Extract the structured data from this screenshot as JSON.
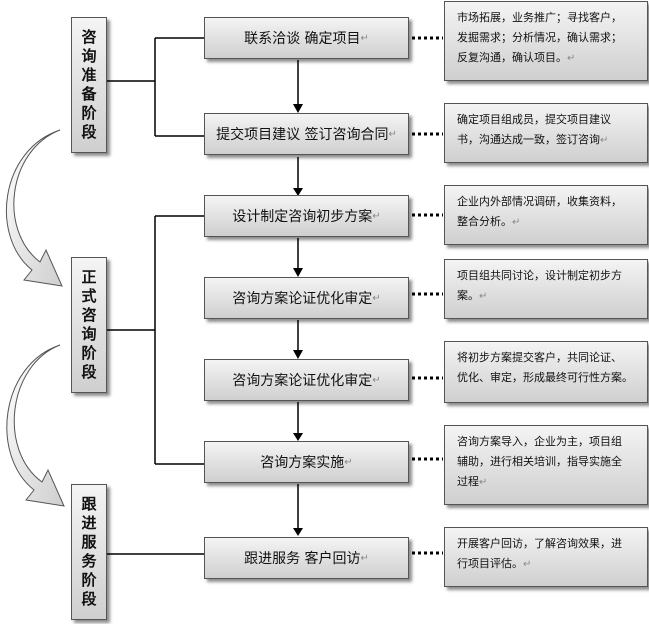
{
  "phases": [
    {
      "title": "咨询准备阶段",
      "chars": [
        "咨",
        "询",
        "准",
        "备",
        "阶",
        "段"
      ]
    },
    {
      "title": "正式咨询阶段",
      "chars": [
        "正",
        "式",
        "咨",
        "询",
        "阶",
        "段"
      ]
    },
    {
      "title": "跟进服务阶段",
      "chars": [
        "跟",
        "进",
        "服",
        "务",
        "阶",
        "段"
      ]
    }
  ],
  "steps": [
    "联系洽谈  确定项目",
    "提交项目建议  签订咨询合同",
    "设计制定咨询初步方案",
    "咨询方案论证优化审定",
    "咨询方案论证优化审定",
    "咨询方案实施",
    "跟进服务    客户回访"
  ],
  "notes": [
    [
      "市场拓展，业务推广；寻找客户，",
      "发掘需求；分析情况，确认需求；",
      "反复沟通，确认项目。"
    ],
    [
      "确定项目组成员，提交项目建议",
      "书，沟通达成一致，签订咨询"
    ],
    [
      "企业内外部情况调研，收集资料，",
      "整合分析。"
    ],
    [
      "项目组共同讨论，设计制定初步方",
      "案。"
    ],
    [
      "将初步方案提交客户，共同论证、",
      "优化、审定，形成最终可行性方案。"
    ],
    [
      "咨询方案导入，企业为主，项目组",
      "辅助，进行相关培训，指导实施全",
      "过程"
    ],
    [
      "开展客户回访，了解咨询效果，进",
      "行项目评估。"
    ]
  ],
  "mark": "↵",
  "colors": {
    "box_top": "#f4f4f4",
    "box_bottom": "#cfcfcf",
    "border": "#555555",
    "line": "#000000"
  }
}
